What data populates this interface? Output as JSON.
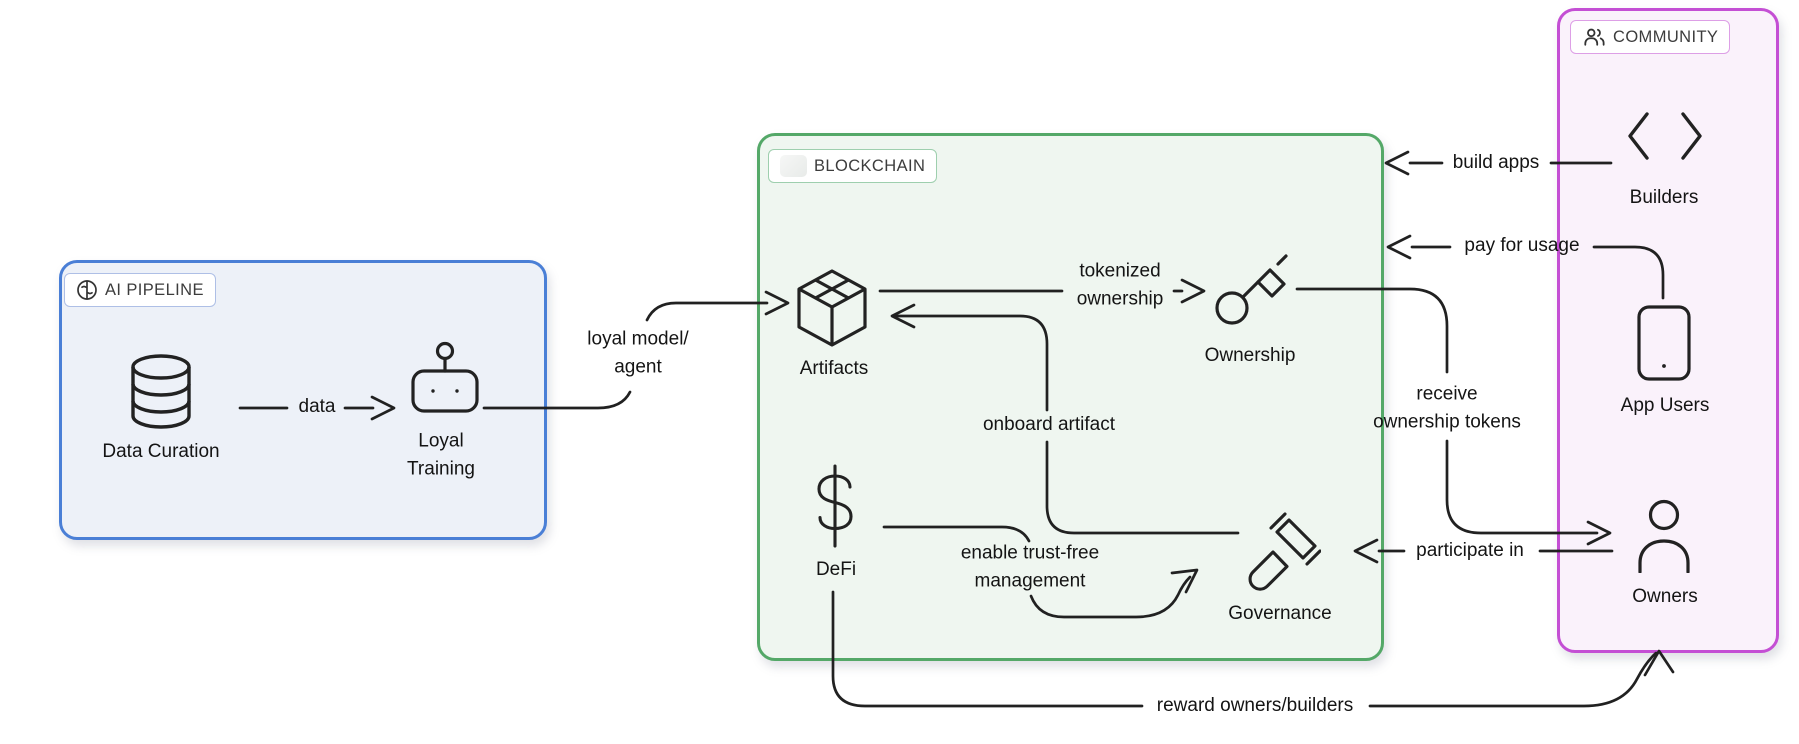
{
  "groups": {
    "ai_pipeline": {
      "label": "AI PIPELINE",
      "icon": "brain-icon",
      "border_color": "#4a7fd6",
      "bg_color": "#edf1f8"
    },
    "blockchain": {
      "label": "BLOCKCHAIN",
      "icon": "blockchain-icon",
      "border_color": "#54a868",
      "bg_color": "#eff6f0"
    },
    "community": {
      "label": "COMMUNITY",
      "icon": "users-icon",
      "border_color": "#c44fd4",
      "bg_color": "#faf2fb"
    }
  },
  "nodes": {
    "data_curation": {
      "label": "Data Curation",
      "icon": "database-icon",
      "group": "ai_pipeline"
    },
    "loyal_training": {
      "label": "Loyal\nTraining",
      "icon": "robot-icon",
      "group": "ai_pipeline"
    },
    "artifacts": {
      "label": "Artifacts",
      "icon": "package-icon",
      "group": "blockchain"
    },
    "ownership": {
      "label": "Ownership",
      "icon": "key-icon",
      "group": "blockchain"
    },
    "defi": {
      "label": "DeFi",
      "icon": "dollar-icon",
      "group": "blockchain"
    },
    "governance": {
      "label": "Governance",
      "icon": "gavel-icon",
      "group": "blockchain"
    },
    "builders": {
      "label": "Builders",
      "icon": "code-icon",
      "group": "community"
    },
    "app_users": {
      "label": "App Users",
      "icon": "smartphone-icon",
      "group": "community"
    },
    "owners": {
      "label": "Owners",
      "icon": "person-icon",
      "group": "community"
    }
  },
  "edges": {
    "data": {
      "label": "data",
      "from": "Data Curation",
      "to": "Loyal Training"
    },
    "loyal_model_agent": {
      "label": "loyal model/\nagent",
      "from": "Loyal Training",
      "to": "Artifacts"
    },
    "tokenized_ownership": {
      "label": "tokenized\nownership",
      "from": "Artifacts",
      "to": "Ownership"
    },
    "onboard_artifact": {
      "label": "onboard artifact",
      "from": "Governance",
      "to": "Artifacts"
    },
    "enable_trust_free": {
      "label": "enable trust-free\nmanagement",
      "from": "DeFi",
      "to": "Governance"
    },
    "receive_ownership_tokens": {
      "label": "receive\nownership tokens",
      "from": "Ownership",
      "to": "Owners"
    },
    "build_apps": {
      "label": "build apps",
      "from": "Builders",
      "to": "Blockchain"
    },
    "pay_for_usage": {
      "label": "pay for usage",
      "from": "App Users",
      "to": "Blockchain"
    },
    "participate_in": {
      "label": "participate in",
      "from": "Owners",
      "to": "Governance"
    },
    "reward_owners_builders": {
      "label": "reward owners/builders",
      "from": "DeFi",
      "to": "Community"
    }
  }
}
